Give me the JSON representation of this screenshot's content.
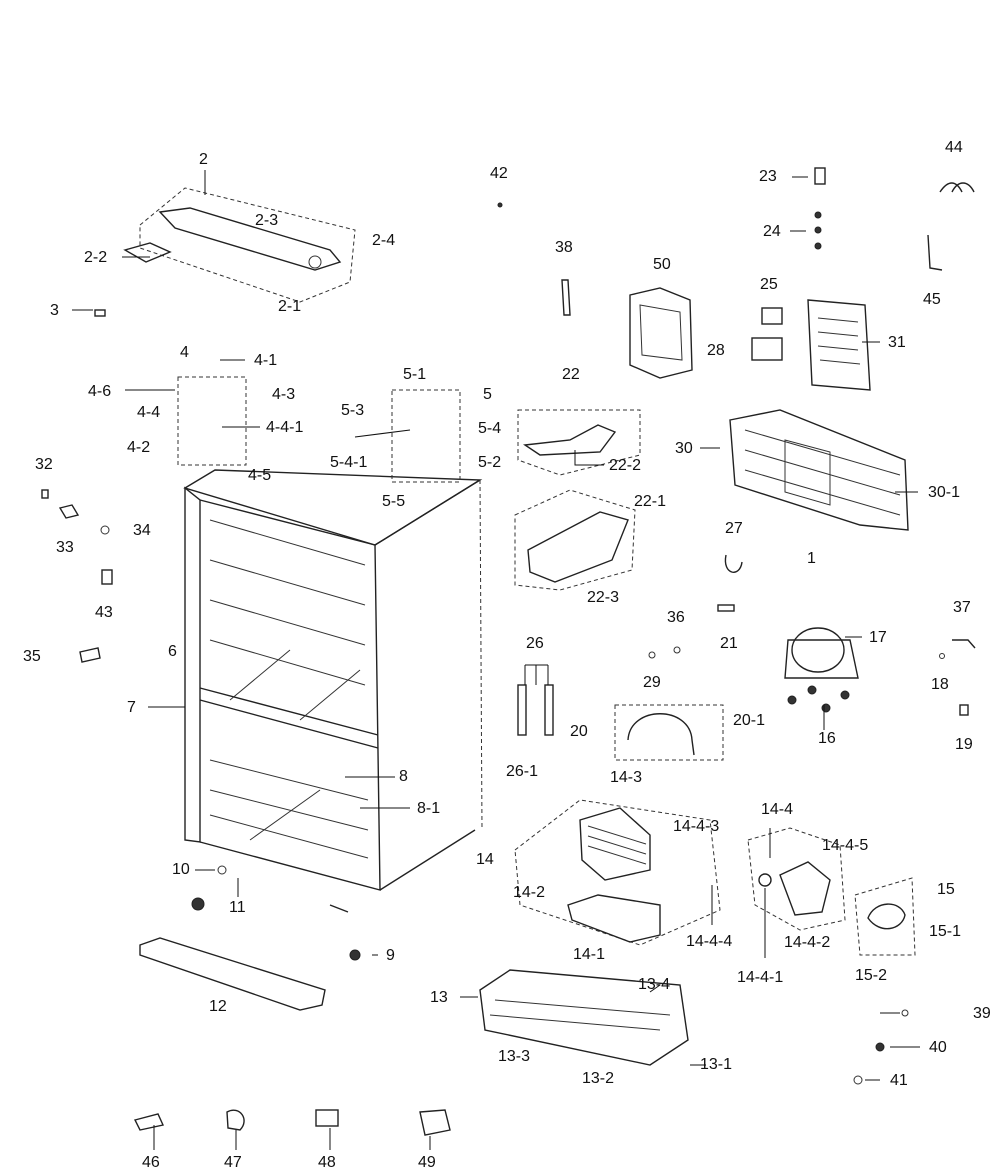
{
  "diagram": {
    "callouts": [
      "2",
      "2-1",
      "2-2",
      "2-3",
      "2-4",
      "3",
      "4",
      "4-1",
      "4-2",
      "4-3",
      "4-4",
      "4-4-1",
      "4-5",
      "4-6",
      "5",
      "5-1",
      "5-2",
      "5-3",
      "5-4",
      "5-4-1",
      "5-5",
      "6",
      "7",
      "8",
      "8-1",
      "9",
      "10",
      "11",
      "12",
      "13",
      "13-1",
      "13-2",
      "13-3",
      "13-4",
      "14",
      "14-1",
      "14-2",
      "14-3",
      "14-4",
      "14-4-1",
      "14-4-2",
      "14-4-3",
      "14-4-4",
      "14-4-5",
      "15",
      "15-1",
      "15-2",
      "16",
      "17",
      "18",
      "19",
      "20",
      "20-1",
      "21",
      "22",
      "22-1",
      "22-2",
      "22-3",
      "23",
      "24",
      "25",
      "26",
      "26-1",
      "27",
      "28",
      "29",
      "30",
      "30-1",
      "31",
      "32",
      "33",
      "34",
      "35",
      "36",
      "37",
      "38",
      "39",
      "40",
      "41",
      "42",
      "43",
      "44",
      "45",
      "46",
      "47",
      "48",
      "49",
      "50",
      "1"
    ]
  }
}
